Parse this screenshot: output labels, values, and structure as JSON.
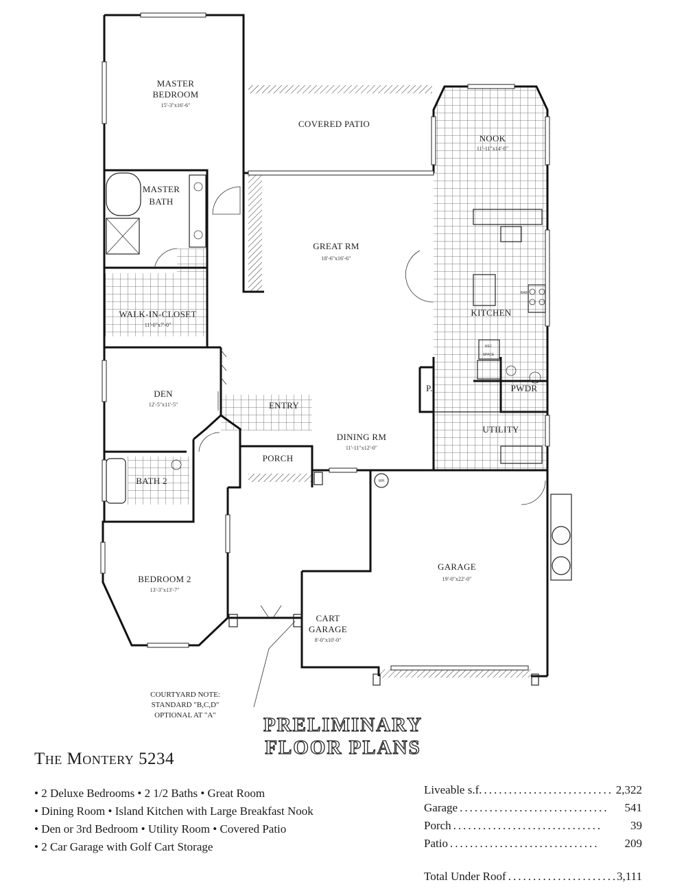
{
  "rooms": {
    "master_bedroom": {
      "name_line1": "MASTER",
      "name_line2": "BEDROOM",
      "dims": "15'-3\"x16'-6\""
    },
    "covered_patio": {
      "name": "COVERED PATIO"
    },
    "nook": {
      "name": "NOOK",
      "dims": "11'-11\"x14'-8\""
    },
    "master_bath": {
      "name_line1": "MASTER",
      "name_line2": "BATH"
    },
    "great_rm": {
      "name": "GREAT RM",
      "dims": "18'-6\"x16'-6\""
    },
    "walk_in_closet": {
      "name": "WALK-IN-CLOSET",
      "dims": "11'-0\"x7'-0\""
    },
    "kitchen": {
      "name": "KITCHEN",
      "ref_label": "REF",
      "ref_sub": "SPACE",
      "bar_label": "BAR"
    },
    "den": {
      "name": "DEN",
      "dims": "12'-5\"x11'-5\""
    },
    "entry": {
      "name": "ENTRY"
    },
    "pantry": {
      "name": "P."
    },
    "pwdr": {
      "name": "PWDR"
    },
    "dining_rm": {
      "name": "DINING RM",
      "dims": "11'-11\"x12'-0\""
    },
    "utility": {
      "name": "UTILITY"
    },
    "porch": {
      "name": "PORCH"
    },
    "bath_2": {
      "name": "BATH 2"
    },
    "water_heater": {
      "label": "WH"
    },
    "garage": {
      "name": "GARAGE",
      "dims": "19'-0\"x22'-0\""
    },
    "bedroom_2": {
      "name": "BEDROOM 2",
      "dims": "13'-3\"x13'-7\""
    },
    "cart_garage": {
      "name_line1": "CART",
      "name_line2": "GARAGE",
      "dims": "8'-0\"x10'-0\""
    }
  },
  "courtyard_note": {
    "line1": "COURTYARD NOTE:",
    "line2": "STANDARD \"B,C,D\"",
    "line3": "OPTIONAL AT \"A\""
  },
  "stamp": {
    "line1": "PRELIMINARY",
    "line2": "FLOOR PLANS"
  },
  "plan_title": "The Montery 5234",
  "features": [
    "2 Deluxe Bedrooms • 2 1/2 Baths • Great Room",
    "Dining Room • Island Kitchen with Large Breakfast Nook",
    "Den or 3rd Bedroom • Utility Room • Covered Patio",
    "2 Car Garage with Golf Cart Storage"
  ],
  "areas": [
    {
      "label": "Liveable s.f.",
      "value": "2,322"
    },
    {
      "label": "Garage",
      "value": "541"
    },
    {
      "label": "Porch",
      "value": "39"
    },
    {
      "label": "Patio",
      "value": "209"
    }
  ],
  "total": {
    "label": "Total Under Roof",
    "value": "3,111"
  }
}
